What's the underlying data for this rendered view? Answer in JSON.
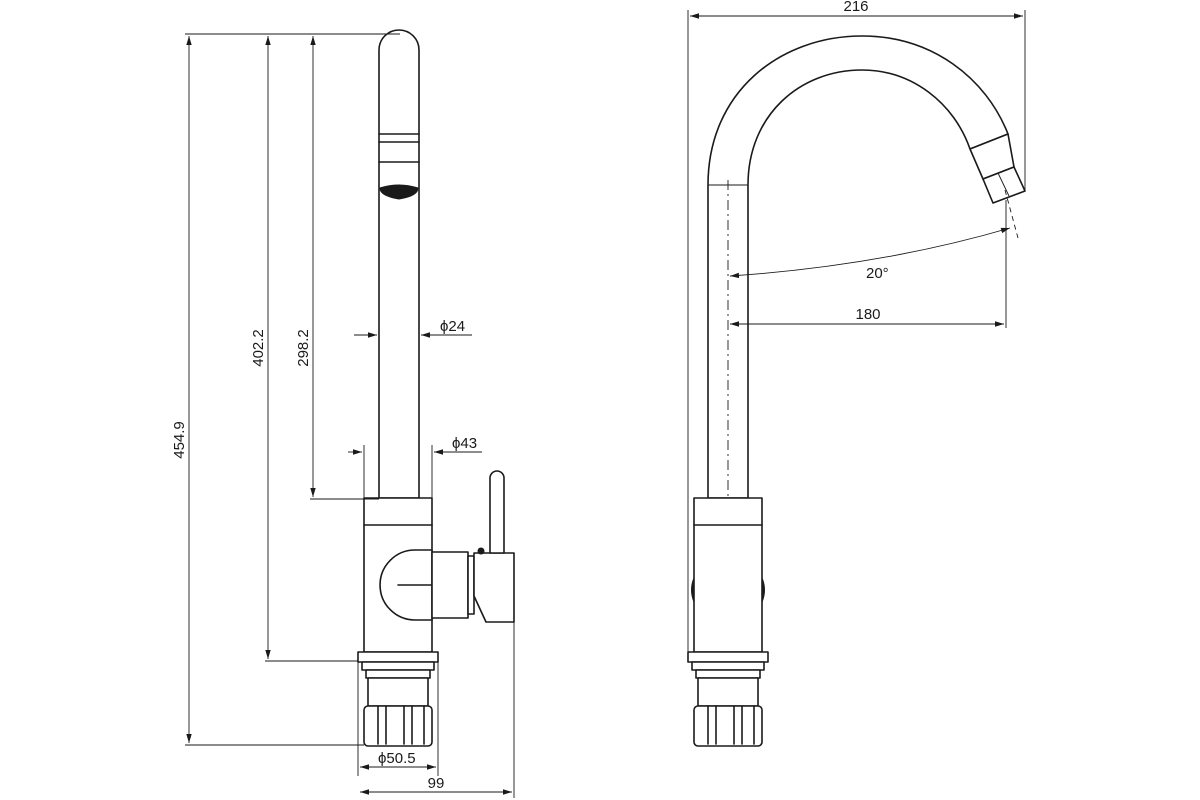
{
  "dimensions": {
    "total_height": "454.9",
    "height_402": "402.2",
    "height_298": "298.2",
    "dia_24": "ϕ24",
    "dia_43": "ϕ43",
    "dia_50": "ϕ50.5",
    "base_width": "99",
    "spout_width": "216",
    "reach": "180",
    "angle": "20°"
  }
}
